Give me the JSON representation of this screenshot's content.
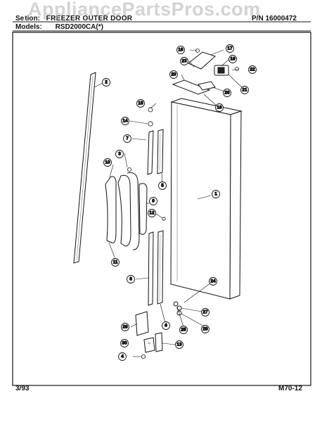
{
  "watermark": "AppliancePartsPros.com",
  "header": {
    "section_prefix": "Se",
    "section_fragment": "tion:",
    "section_title": "FREEZER OUTER DOOR",
    "part_number_label": "P/N",
    "part_number": "16000472",
    "models_label": "Models:",
    "model": "RSD2000CA(*)"
  },
  "footer": {
    "date": "3/93",
    "page_code": "M70-12"
  },
  "callouts": [
    {
      "id": "c1",
      "label": "1"
    },
    {
      "id": "c2",
      "label": "2"
    },
    {
      "id": "c3",
      "label": "3"
    },
    {
      "id": "c4",
      "label": "4"
    },
    {
      "id": "c5",
      "label": "5"
    },
    {
      "id": "c6",
      "label": "6"
    },
    {
      "id": "c7",
      "label": "7"
    },
    {
      "id": "c8",
      "label": "8"
    },
    {
      "id": "c9",
      "label": "9"
    },
    {
      "id": "c10",
      "label": "10"
    },
    {
      "id": "c11",
      "label": "11"
    },
    {
      "id": "c12",
      "label": "12"
    },
    {
      "id": "c13",
      "label": "13"
    },
    {
      "id": "c14",
      "label": "14"
    },
    {
      "id": "c15",
      "label": "15"
    },
    {
      "id": "c16",
      "label": "16"
    },
    {
      "id": "c17",
      "label": "17"
    },
    {
      "id": "c18",
      "label": "18"
    },
    {
      "id": "c19",
      "label": "19"
    },
    {
      "id": "c20",
      "label": "20"
    },
    {
      "id": "c21",
      "label": "21"
    },
    {
      "id": "c22",
      "label": "22"
    },
    {
      "id": "c23",
      "label": "23"
    },
    {
      "id": "c24",
      "label": "24"
    },
    {
      "id": "c25",
      "label": "25"
    },
    {
      "id": "c26",
      "label": "26"
    },
    {
      "id": "c27",
      "label": "27"
    },
    {
      "id": "c28",
      "label": "28"
    },
    {
      "id": "c29",
      "label": "29"
    },
    {
      "id": "c30",
      "label": "30"
    }
  ]
}
